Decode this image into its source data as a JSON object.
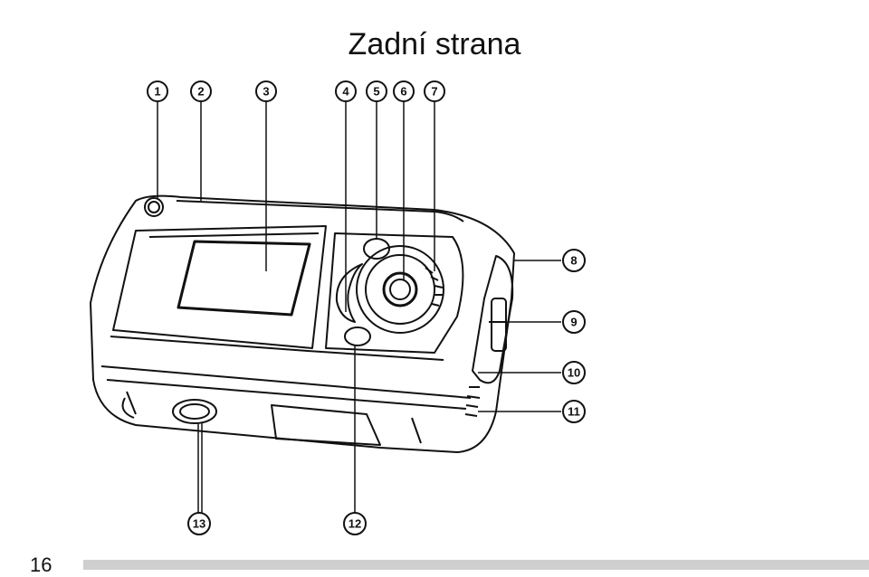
{
  "page": {
    "title": "Zadní strana",
    "page_number": "16"
  },
  "callouts": [
    "1",
    "2",
    "3",
    "4",
    "5",
    "6",
    "7",
    "8",
    "9",
    "10",
    "11",
    "12",
    "13"
  ],
  "colors": {
    "ink": "#111111",
    "footer_bar": "#cfcfcf"
  }
}
